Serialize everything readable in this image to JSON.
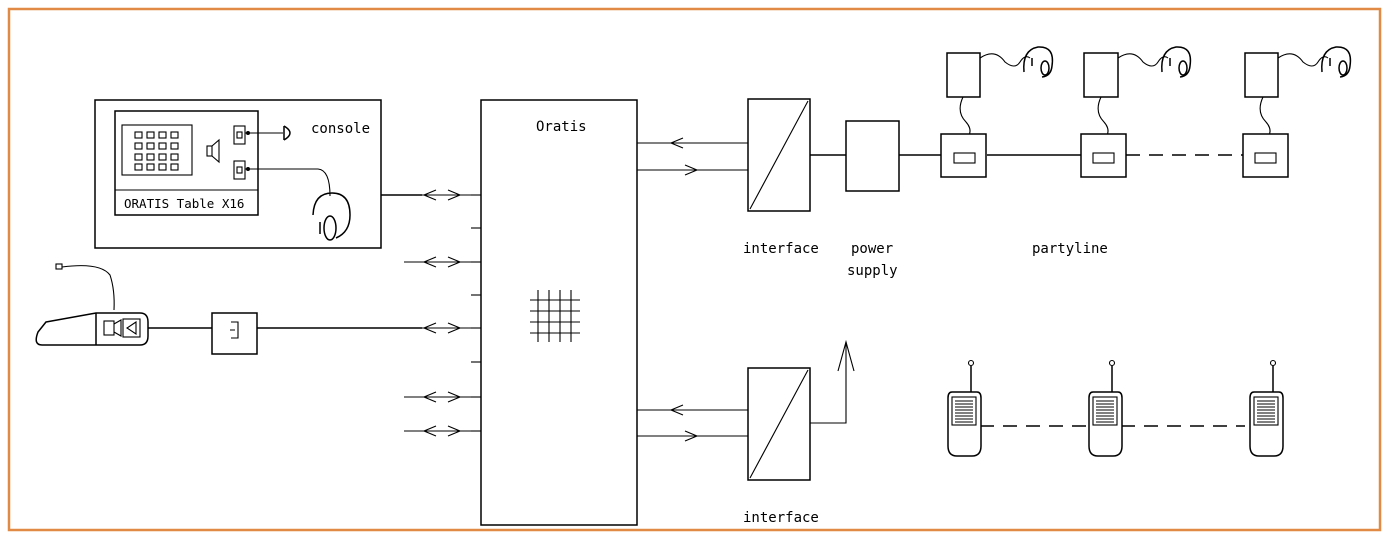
{
  "colors": {
    "frame": "#e08a45",
    "stroke": "#000000",
    "background": "#ffffff"
  },
  "labels": {
    "oratis": "Oratis",
    "console": "console",
    "console_device": "ORATIS Table X16",
    "interface_top": "interface",
    "interface_bottom": "interface",
    "power_line1": "power",
    "power_line2": "supply",
    "partyline": "partyline"
  }
}
